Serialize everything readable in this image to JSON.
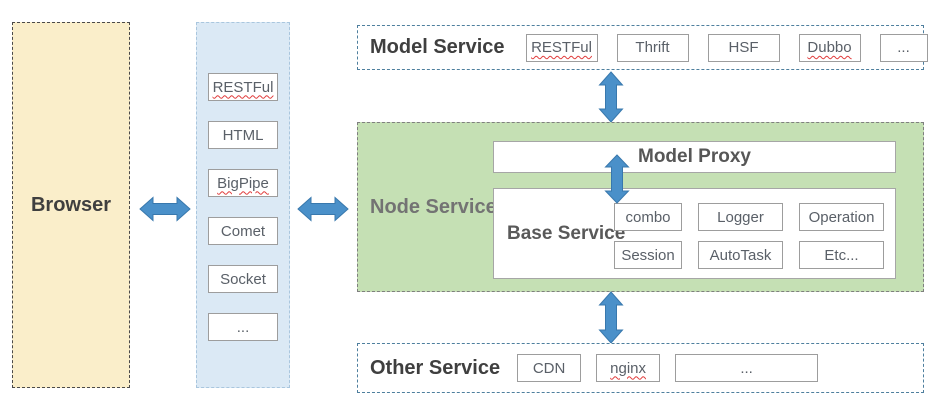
{
  "browser": {
    "label": "Browser"
  },
  "protocols": {
    "items": [
      {
        "label": "RESTFul"
      },
      {
        "label": "HTML"
      },
      {
        "label": "BigPipe"
      },
      {
        "label": "Comet"
      },
      {
        "label": "Socket"
      },
      {
        "label": "..."
      }
    ]
  },
  "model_service": {
    "title": "Model Service",
    "items": [
      {
        "label": "RESTFul"
      },
      {
        "label": "Thrift"
      },
      {
        "label": "HSF"
      },
      {
        "label": "Dubbo"
      },
      {
        "label": "..."
      }
    ]
  },
  "node_service": {
    "title": "Node Service",
    "model_proxy_label": "Model Proxy",
    "base_service": {
      "title": "Base Service",
      "items": [
        {
          "label": "combo"
        },
        {
          "label": "Logger"
        },
        {
          "label": "Operation"
        },
        {
          "label": "Session"
        },
        {
          "label": "AutoTask"
        },
        {
          "label": "Etc..."
        }
      ]
    }
  },
  "other_service": {
    "title": "Other Service",
    "items": [
      {
        "label": "CDN"
      },
      {
        "label": "nginx"
      },
      {
        "label": "..."
      }
    ]
  },
  "colors": {
    "browser_fill": "#faeeca",
    "protocol_fill": "#dbe9f5",
    "node_fill": "#c5e0b4",
    "arrow_fill": "#4a90c9",
    "arrow_stroke": "#3878ad",
    "misspell_underline": "#e03b3b"
  }
}
